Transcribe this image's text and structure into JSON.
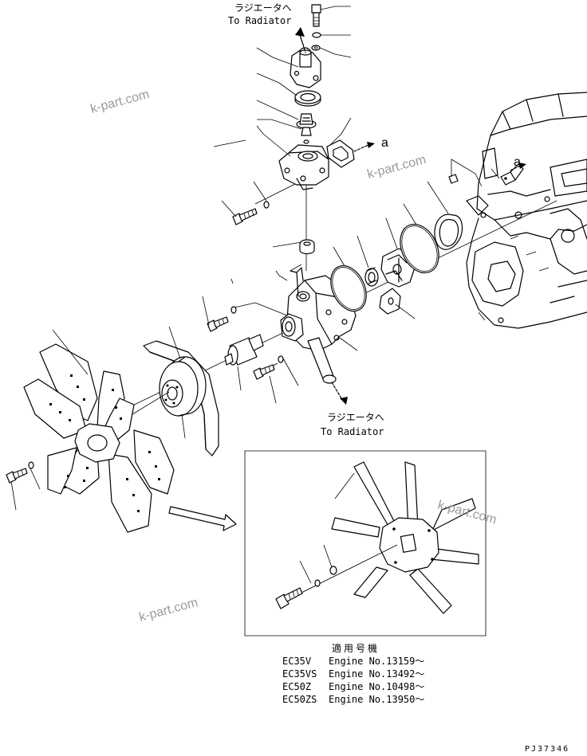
{
  "diagram": {
    "labels": {
      "to_radiator_top_jp": "ラジエータへ",
      "to_radiator_top_en": "To Radiator",
      "to_radiator_bottom_jp": "ラジエータへ",
      "to_radiator_bottom_en": "To Radiator",
      "callout_a_1": "a",
      "callout_a_2": "a"
    },
    "watermarks": [
      "k-part.com",
      "k-part.com",
      "k-part.com",
      "k-part.com"
    ],
    "applicability": {
      "title": "適用号機",
      "rows": [
        {
          "model": "EC35V",
          "engine": "Engine No.13159〜"
        },
        {
          "model": "EC35VS",
          "engine": "Engine No.13492〜"
        },
        {
          "model": "EC50Z",
          "engine": "Engine No.10498〜"
        },
        {
          "model": "EC50ZS",
          "engine": "Engine No.13950〜"
        }
      ]
    },
    "part_id": "PJ37346"
  }
}
